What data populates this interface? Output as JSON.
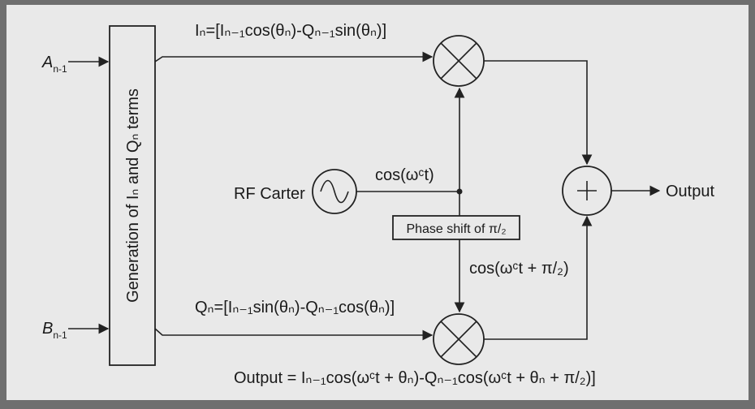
{
  "inputs": {
    "a": {
      "main": "A",
      "sub": "n-1"
    },
    "b": {
      "main": "B",
      "sub": "n-1"
    }
  },
  "generator_label": "Generation of Iₙ and Qₙ terms",
  "i_equation": "Iₙ=[Iₙ₋₁cos(θₙ)-Qₙ₋₁sin(θₙ)]",
  "q_equation": "Qₙ=[Iₙ₋₁sin(θₙ)-Qₙ₋₁cos(θₙ)]",
  "carrier": {
    "label": "RF Carter",
    "signal": "cos(ωᶜt)"
  },
  "phase_shift_label": "Phase shift of π/₂",
  "shifted_signal": "cos(ωᶜt + π/₂)",
  "output_label": "Output",
  "output_equation": "Output = Iₙ₋₁cos(ωᶜt + θₙ)-Qₙ₋₁cos(ωᶜt + θₙ + π/₂)]",
  "colors": {
    "page": "#e9e9e9",
    "frame": "#6f6f6f",
    "ink": "#222222"
  },
  "icons": [
    "multiplier-icon",
    "adder-icon",
    "oscillator-icon"
  ]
}
